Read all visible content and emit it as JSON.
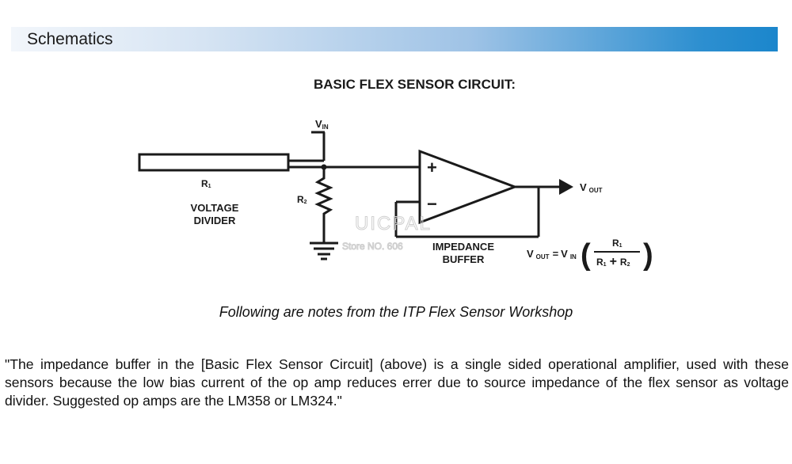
{
  "header": {
    "title": "Schematics"
  },
  "diagram": {
    "title": "BASIC FLEX SENSOR CIRCUIT:",
    "v_in": {
      "main": "V",
      "sub": "IN"
    },
    "v_out": {
      "main": "V",
      "sub": "OUT"
    },
    "r1": {
      "main": "R",
      "sub": "1"
    },
    "r2": {
      "main": "R",
      "sub": "2"
    },
    "voltage_divider": [
      "VOLTAGE",
      "DIVIDER"
    ],
    "impedance_buffer": [
      "IMPEDANCE",
      "BUFFER"
    ],
    "plus": "+",
    "minus": "−",
    "formula": {
      "lhs_main": "V",
      "lhs_sub": "OUT",
      "equals": "=",
      "rhs_main": "V",
      "rhs_sub": "IN",
      "numerator_main": "R",
      "numerator_sub": "1",
      "den_a_main": "R",
      "den_a_sub": "1",
      "den_plus": "+",
      "den_b_main": "R",
      "den_b_sub": "2"
    },
    "watermark": {
      "brand": "UICPAL",
      "store": "Store NO. 606"
    }
  },
  "caption": "Following are notes from the ITP Flex Sensor Workshop",
  "note": "\"The impedance buffer in the [Basic Flex Sensor Circuit] (above) is a single sided operational amplifier, used with these sensors because the low bias current of the op amp reduces errer due to source impedance of the flex sensor as voltage divider. Suggested op amps are the LM358 or LM324.\""
}
